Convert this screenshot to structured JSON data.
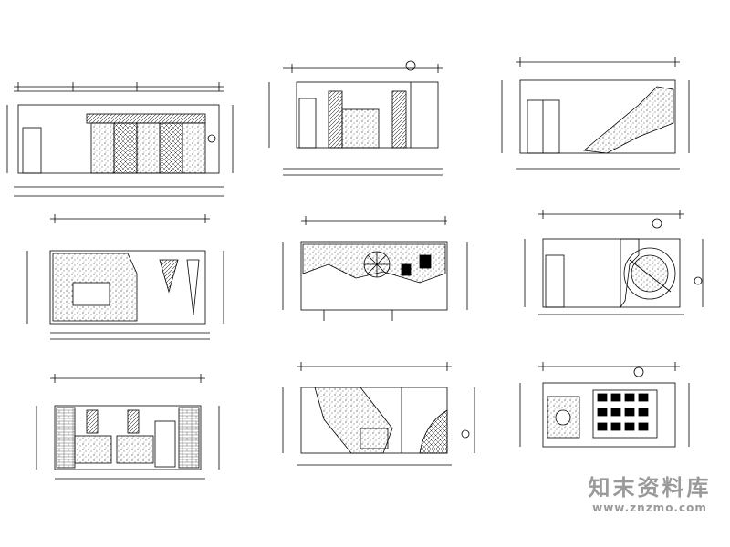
{
  "sheet": {
    "title": "",
    "panels": [
      {
        "id": "elev-1"
      },
      {
        "id": "elev-2"
      },
      {
        "id": "elev-3"
      },
      {
        "id": "elev-4"
      },
      {
        "id": "elev-5"
      },
      {
        "id": "elev-6"
      },
      {
        "id": "elev-7"
      },
      {
        "id": "elev-8"
      },
      {
        "id": "elev-9"
      }
    ]
  },
  "watermark": {
    "cn_text": "知末资料库",
    "url_text": "www.znzmo.com"
  },
  "colors": {
    "line": "#000000",
    "hatch": "#555555",
    "watermark": "#9a9a9a"
  }
}
